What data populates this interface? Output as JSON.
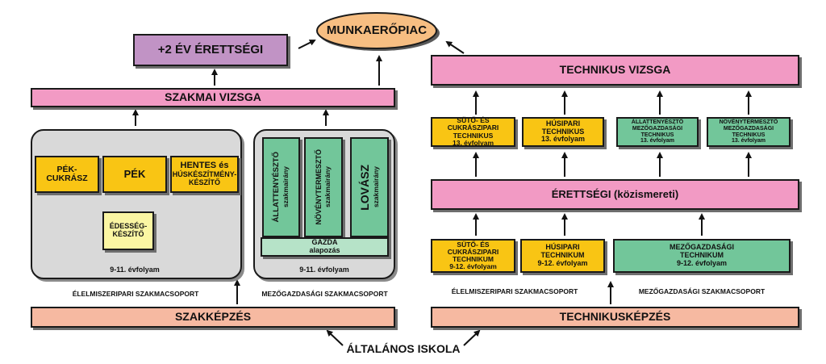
{
  "top": {
    "labor_market": "MUNKAERŐPIAC",
    "plus2_matura": "+2 ÉV ÉRETTSÉGI",
    "trade_exam": "SZAKMAI VIZSGA",
    "technician_exam": "TECHNIKUS VIZSGA",
    "matura": "ÉRETTSÉGI (közismereti)"
  },
  "vocational": {
    "food_panel": {
      "pek_cukrasz": "PÉK-CUKRÁSZ",
      "pek": "PÉK",
      "hentes_line1": "HENTES és",
      "hentes_line2": "HÚSKÉSZÍTMÉNY-",
      "hentes_line3": "KÉSZÍTŐ",
      "edesseg_line1": "ÉDESSÉG-",
      "edesseg_line2": "KÉSZÍTŐ",
      "grade": "9-11. évfolyam",
      "group": "ÉLELMISZERIPARI SZAKMACSOPORT"
    },
    "agri_panel": {
      "allattenyeszto": "ÁLLATTENYÉSZTŐ",
      "allattenyeszto_sub": "szakmairány",
      "novenytermeszto": "NÖVÉNYTERMESZTŐ",
      "novenytermeszto_sub": "szakmairány",
      "lovasz": "LOVÁSZ",
      "lovasz_sub": "szakmairány",
      "gazda_line1": "GAZDA",
      "gazda_line2": "alapozás",
      "grade": "9-11. évfolyam",
      "group": "MEZŐGAZDASÁGI SZAKMACSOPORT"
    },
    "base": "SZAKKÉPZÉS"
  },
  "technical": {
    "top_row": [
      {
        "line1": "SÜTŐ- ÉS CUKRÁSZIPARI",
        "line2": "TECHNIKUS",
        "line3": "13. évfolyam"
      },
      {
        "line1": "HÚSIPARI",
        "line2": "TECHNIKUS",
        "line3": "13. évfolyam"
      },
      {
        "line1": "ÁLLATTENYÉSZTŐ",
        "line2": "MEZŐGAZDASÁGI",
        "line3": "TECHNIKUS",
        "line4": "13. évfolyam"
      },
      {
        "line1": "NÖVÉNYTERMESZTŐ",
        "line2": "MEZŐGAZDASÁGI",
        "line3": "TECHNIKUS",
        "line4": "13. évfolyam"
      }
    ],
    "bottom_row": [
      {
        "line1": "SÜTŐ- ÉS CUKRÁSZIPARI",
        "line2": "TECHNIKUM",
        "line3": "9-12. évfolyam"
      },
      {
        "line1": "HÚSIPARI",
        "line2": "TECHNIKUM",
        "line3": "9-12. évfolyam"
      },
      {
        "line1": "MEZŐGAZDASÁGI",
        "line2": "TECHNIKUM",
        "line3": "9-12. évfolyam"
      }
    ],
    "group_food": "ÉLELMISZERIPARI SZAKMACSOPORT",
    "group_agri": "MEZŐGAZDASÁGI SZAKMACSOPORT",
    "base": "TECHNIKUSKÉPZÉS"
  },
  "bottom": {
    "general_school": "ÁLTALÁNOS ISKOLA"
  },
  "colors": {
    "pink": "#f29ac4",
    "purple": "#c193c5",
    "salmon": "#f6b9a1",
    "yellow": "#f9c514",
    "light_yellow": "#fbf6a3",
    "green": "#72c69a",
    "light_green": "#b6e3c8",
    "panel_gray": "#d9d9d9",
    "ellipse_orange": "#f7be82"
  }
}
